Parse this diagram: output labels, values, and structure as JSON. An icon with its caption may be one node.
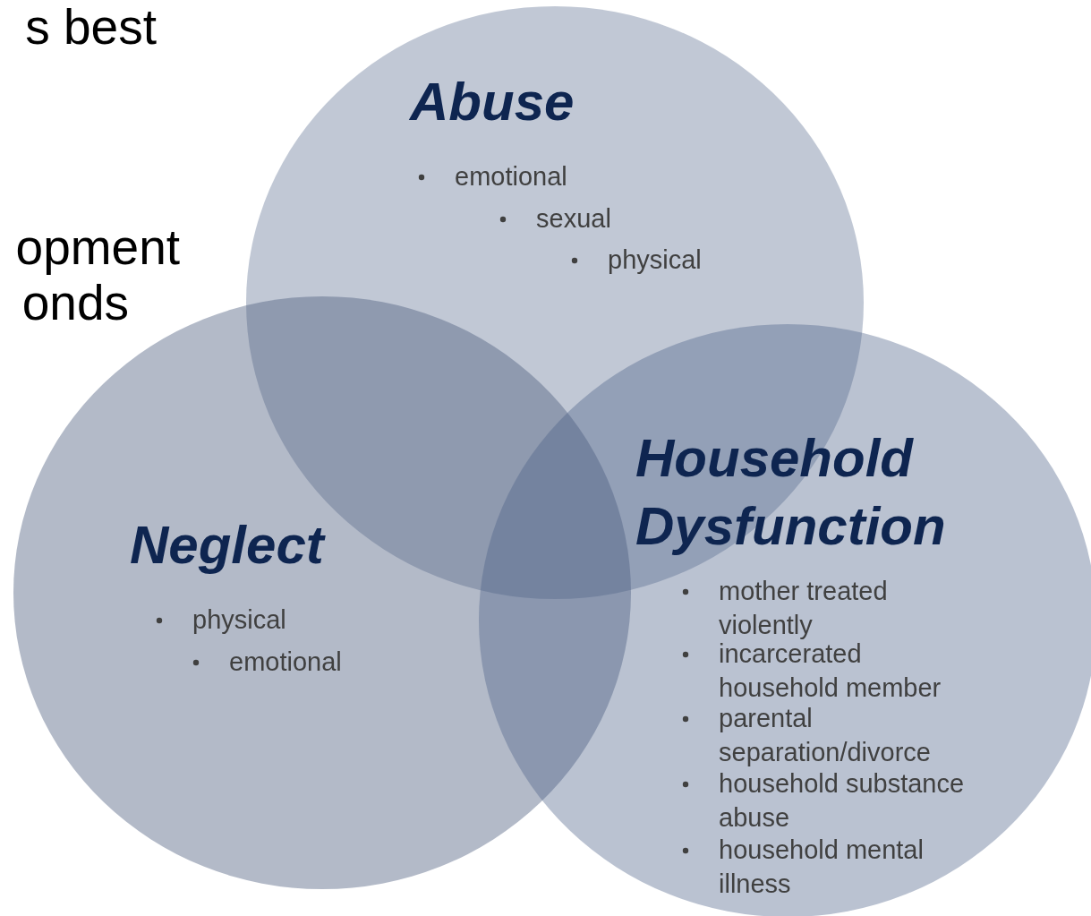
{
  "diagram": {
    "nodes": [
      {
        "text": [
          "Abuse",
          "emotional",
          "sexual",
          "physical"
        ]
      },
      {
        "text": [
          "Neglect",
          "physical",
          "emotional"
        ]
      },
      {
        "text": [
          "Household Dysfunction",
          "mother treated violently",
          "incarcerated household member",
          "parental separation/divorce",
          "household substance abuse",
          "household mental illness"
        ]
      }
    ],
    "labels": [
      "s best",
      "opment",
      "onds"
    ]
  }
}
